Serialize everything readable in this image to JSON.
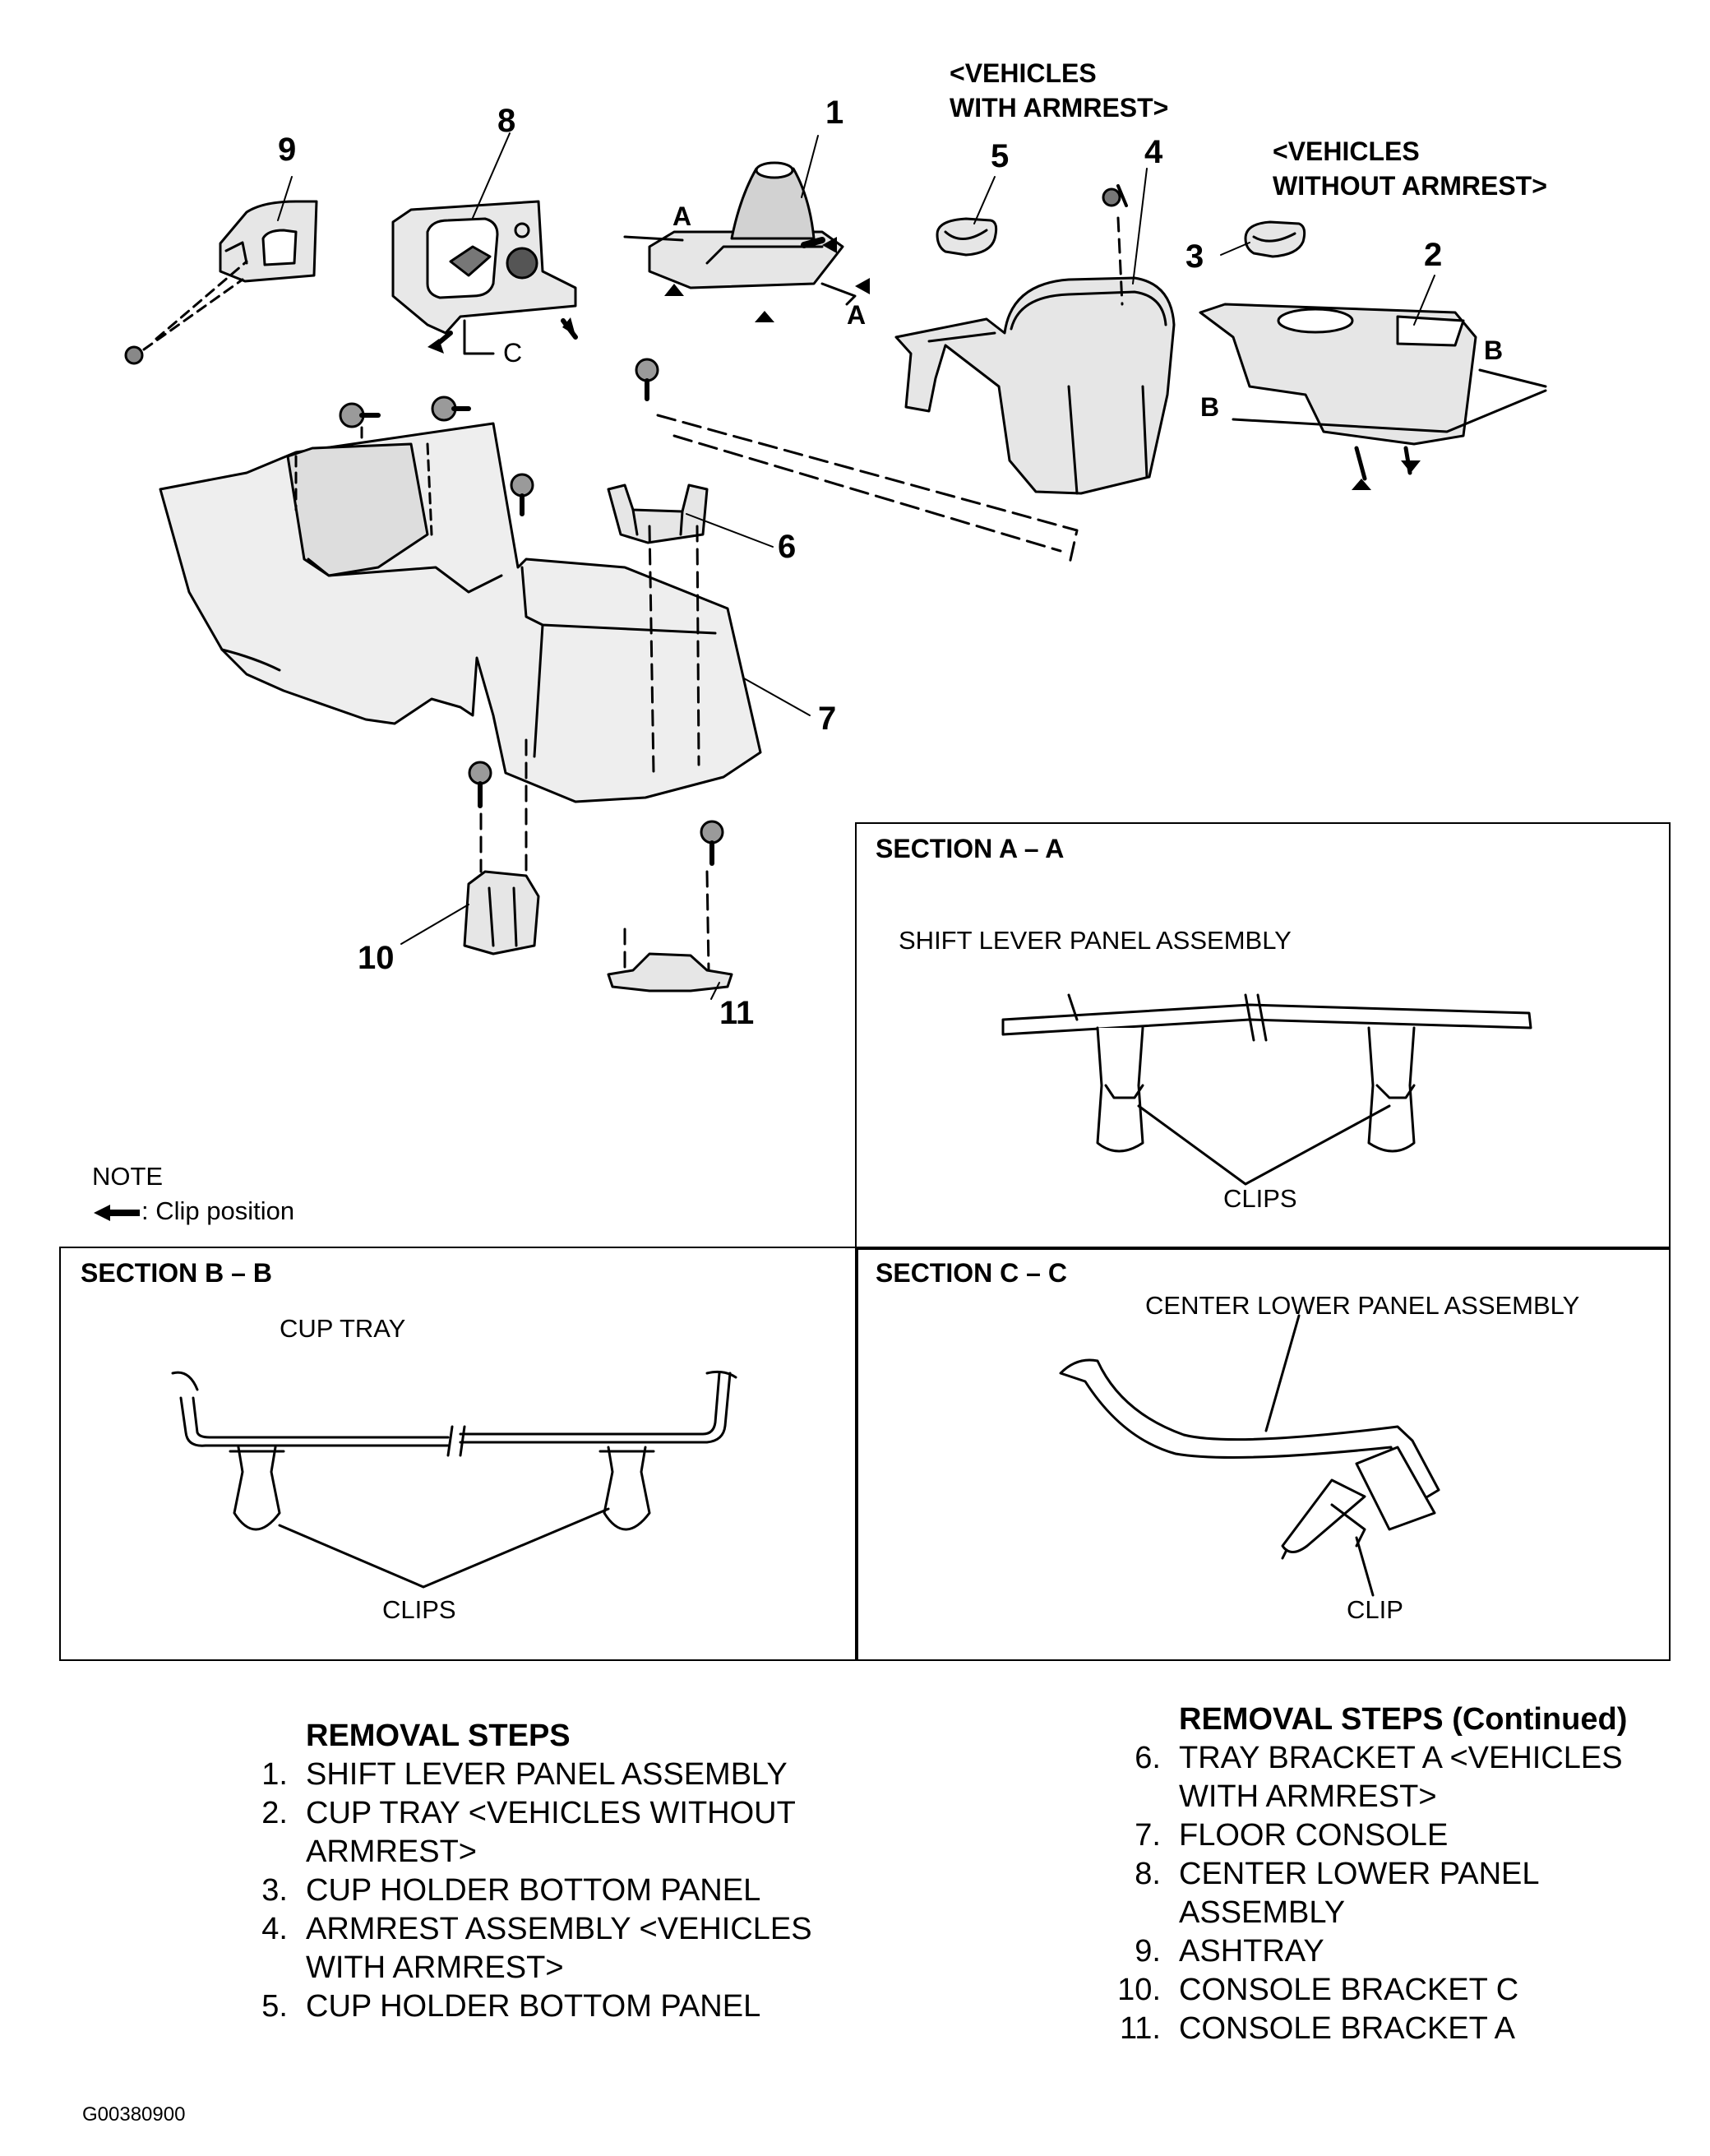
{
  "callouts": {
    "c1": "1",
    "c2": "2",
    "c3": "3",
    "c4": "4",
    "c5": "5",
    "c6": "6",
    "c7": "7",
    "c8": "8",
    "c9": "9",
    "c10": "10",
    "c11": "11"
  },
  "headers": {
    "with_armrest": [
      "<VEHICLES",
      "WITH ARMREST>"
    ],
    "without_armrest": [
      "<VEHICLES",
      "WITHOUT ARMREST>"
    ]
  },
  "section_marks": {
    "a": "A",
    "b": "B",
    "c": "C"
  },
  "note": {
    "title": "NOTE",
    "text": ": Clip position"
  },
  "sections": {
    "aa": {
      "title": "SECTION A – A",
      "part_label": "SHIFT LEVER PANEL ASSEMBLY",
      "clip_label": "CLIPS"
    },
    "bb": {
      "title": "SECTION B – B",
      "part_label": "CUP TRAY",
      "clip_label": "CLIPS"
    },
    "cc": {
      "title": "SECTION C – C",
      "part_label": "CENTER LOWER PANEL ASSEMBLY",
      "clip_label": "CLIP"
    }
  },
  "removal_steps": {
    "title": "REMOVAL STEPS",
    "items": [
      {
        "n": "1.",
        "lines": [
          "SHIFT LEVER PANEL ASSEMBLY"
        ]
      },
      {
        "n": "2.",
        "lines": [
          "CUP TRAY <VEHICLES WITHOUT",
          "ARMREST>"
        ]
      },
      {
        "n": "3.",
        "lines": [
          "CUP HOLDER BOTTOM PANEL"
        ]
      },
      {
        "n": "4.",
        "lines": [
          "ARMREST ASSEMBLY <VEHICLES",
          "WITH ARMREST>"
        ]
      },
      {
        "n": "5.",
        "lines": [
          "CUP HOLDER BOTTOM PANEL"
        ]
      }
    ]
  },
  "removal_steps_cont": {
    "title": "REMOVAL STEPS (Continued)",
    "items": [
      {
        "n": "6.",
        "lines": [
          "TRAY BRACKET A <VEHICLES",
          "WITH ARMREST>"
        ]
      },
      {
        "n": "7.",
        "lines": [
          "FLOOR CONSOLE"
        ]
      },
      {
        "n": "8.",
        "lines": [
          "CENTER LOWER PANEL",
          "ASSEMBLY"
        ]
      },
      {
        "n": "9.",
        "lines": [
          "ASHTRAY"
        ]
      },
      {
        "n": "10.",
        "lines": [
          "CONSOLE BRACKET C"
        ]
      },
      {
        "n": "11.",
        "lines": [
          "CONSOLE BRACKET A"
        ]
      }
    ]
  },
  "figure_code": "G00380900"
}
